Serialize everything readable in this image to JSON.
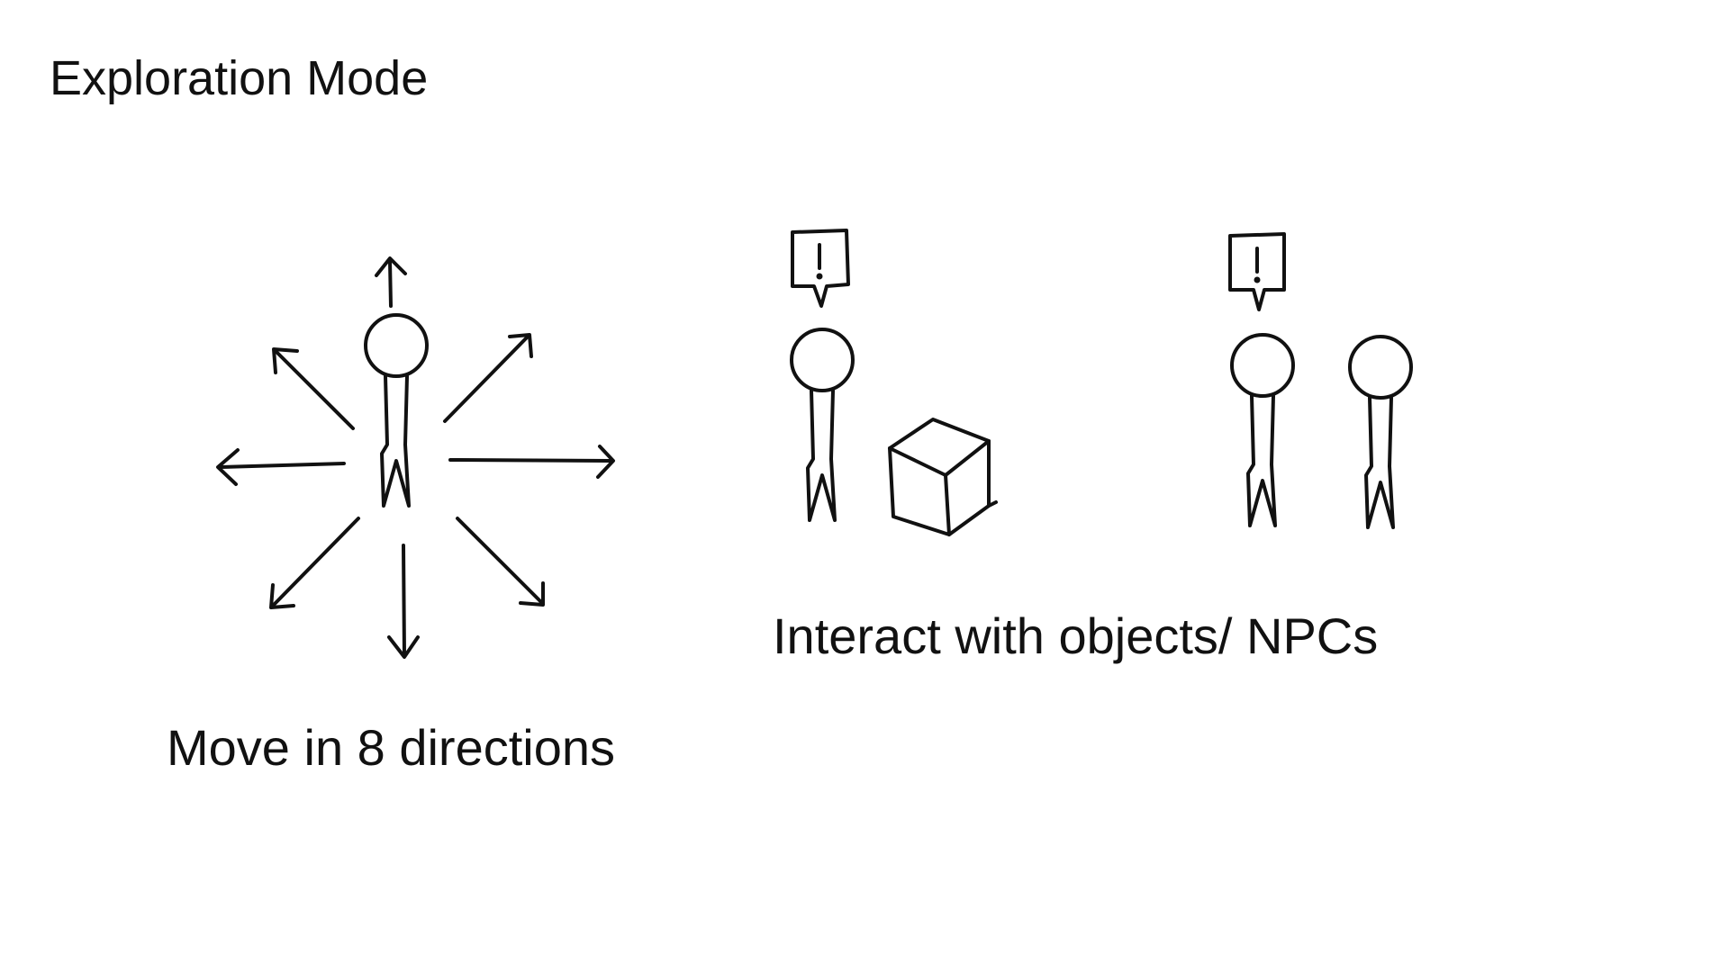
{
  "slide": {
    "title": "Exploration Mode",
    "move_caption": "Move in 8 directions",
    "interact_caption": "Interact with objects/ NPCs"
  },
  "icons": [
    "stick-figure-icon",
    "arrow-up-icon",
    "arrow-up-right-icon",
    "arrow-right-icon",
    "arrow-down-right-icon",
    "arrow-down-icon",
    "arrow-down-left-icon",
    "arrow-left-icon",
    "arrow-up-left-icon",
    "exclamation-bubble-icon",
    "cube-icon"
  ]
}
